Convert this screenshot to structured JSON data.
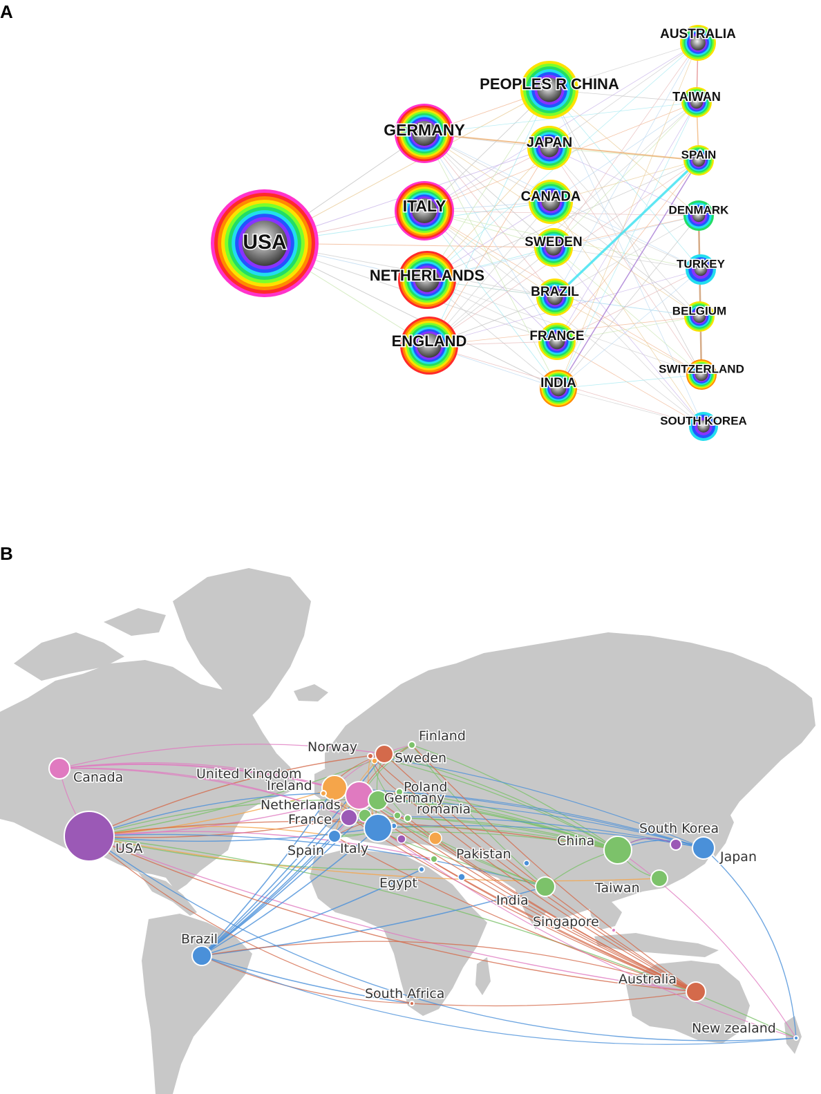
{
  "panel_a": {
    "label": "A",
    "nodes": [
      "USA",
      "GERMANY",
      "ITALY",
      "NETHERLANDS",
      "ENGLAND",
      "PEOPLES R CHINA",
      "JAPAN",
      "CANADA",
      "SWEDEN",
      "BRAZIL",
      "FRANCE",
      "INDIA",
      "AUSTRALIA",
      "TAIWAN",
      "SPAIN",
      "DENMARK",
      "TURKEY",
      "BELGIUM",
      "SWITZERLAND",
      "SOUTH KOREA"
    ]
  },
  "panel_b": {
    "label": "B",
    "countries": [
      "Finland",
      "Norway",
      "Sweden",
      "United Kingdom",
      "Ireland",
      "Poland",
      "Netherlands",
      "Germany",
      "romania",
      "France",
      "Canada",
      "USA",
      "Spain",
      "Italy",
      "Pakistan",
      "Egypt",
      "South Korea",
      "China",
      "Japan",
      "Taiwan",
      "India",
      "Singapore",
      "Brazil",
      "Australia",
      "South Africa",
      "New zealand"
    ]
  },
  "colors": {
    "map_land": "#c8c8c8",
    "purple": "#9b59b6",
    "blue": "#4a90d9",
    "green": "#7cc26a",
    "orange": "#f5a54a",
    "red_orange": "#d46a4b",
    "pink": "#e07ac0"
  }
}
